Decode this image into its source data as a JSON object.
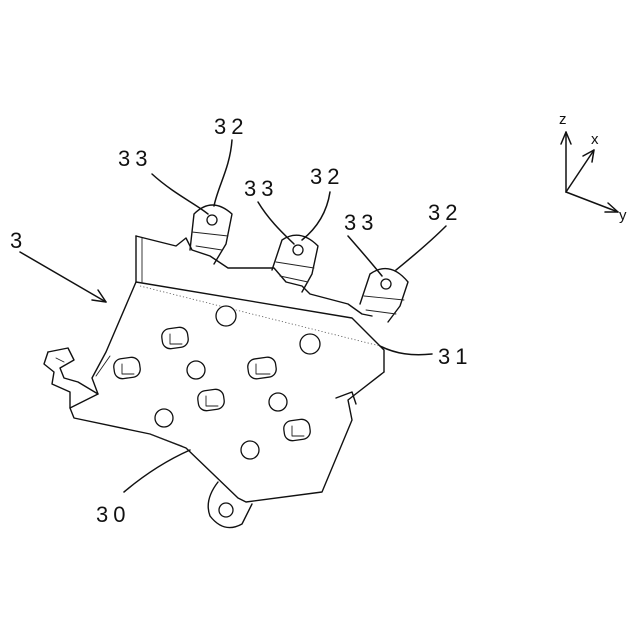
{
  "figure": {
    "refs": {
      "bracket": "3",
      "plate": "30",
      "flange": "31",
      "tab_left": "32",
      "tab_mid": "32",
      "tab_right": "32",
      "hole_left": "33",
      "hole_mid": "33",
      "hole_right": "33"
    },
    "axes": {
      "z": "z",
      "x": "x",
      "y": "y"
    }
  }
}
